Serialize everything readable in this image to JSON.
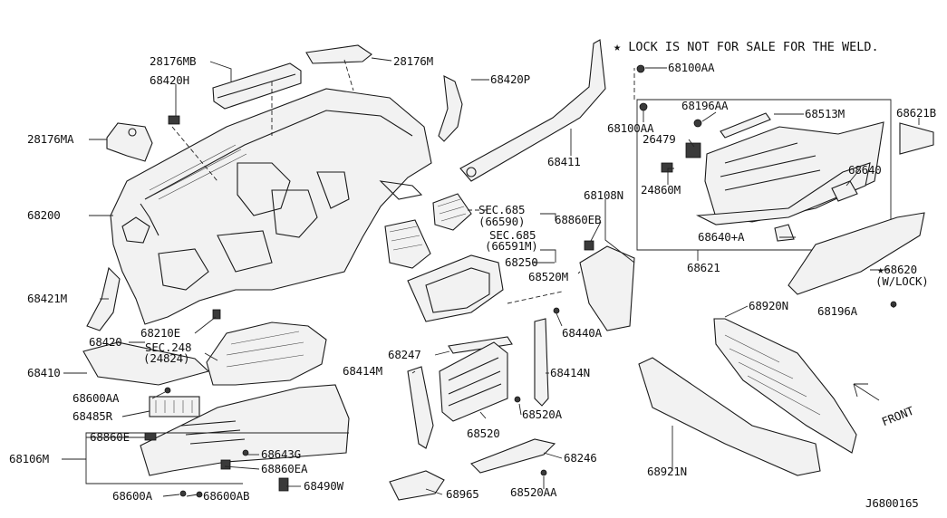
{
  "diagram": {
    "note": "★ LOCK IS NOT FOR SALE FOR THE WELD.",
    "front_label": "FRONT",
    "code": "J6800165",
    "callouts": {
      "p28176MB": "28176MB",
      "p28176M": "28176M",
      "p68420H": "68420H",
      "p68420P": "68420P",
      "p28176MA": "28176MA",
      "p68100AA_top": "68100AA",
      "p68100AA_mid": "68100AA",
      "p68196AA_top": "68196AA",
      "p68513M": "68513M",
      "p68621B": "68621B",
      "p26479": "26479",
      "p68411": "68411",
      "p68640": "68640",
      "p24860M": "24860M",
      "p68108N": "68108N",
      "p68200": "68200",
      "pSEC685a": "SEC.685",
      "p66590": "(66590)",
      "p68860EB": "68860EB",
      "pSEC685b": "SEC.685",
      "p66591M": "(66591M)",
      "p68640A": "68640+A",
      "p68250": "68250",
      "p68621": "68621",
      "p68520M": "68520M",
      "p68620": "★68620",
      "pWLOCK": "(W/LOCK)",
      "p68421M": "68421M",
      "p68196A": "68196A",
      "p68920N": "68920N",
      "p68210E": "68210E",
      "p68440A": "68440A",
      "p68420": "68420",
      "pSEC248": "SEC.248",
      "p24824": "(24824)",
      "p68247": "68247",
      "p68410": "68410",
      "p68414M": "68414M",
      "p68414N": "68414N",
      "p68600AA": "68600AA",
      "p68485R": "68485R",
      "p68520A": "68520A",
      "p68520": "68520",
      "p68860E": "68860E",
      "p68106M": "68106M",
      "p68643G": "68643G",
      "p68246": "68246",
      "p68860EA": "68860EA",
      "p68921N": "68921N",
      "p68600A": "68600A",
      "p68600AB": "68600AB",
      "p68490W": "68490W",
      "p68965": "68965",
      "p68520AA": "68520AA"
    }
  }
}
